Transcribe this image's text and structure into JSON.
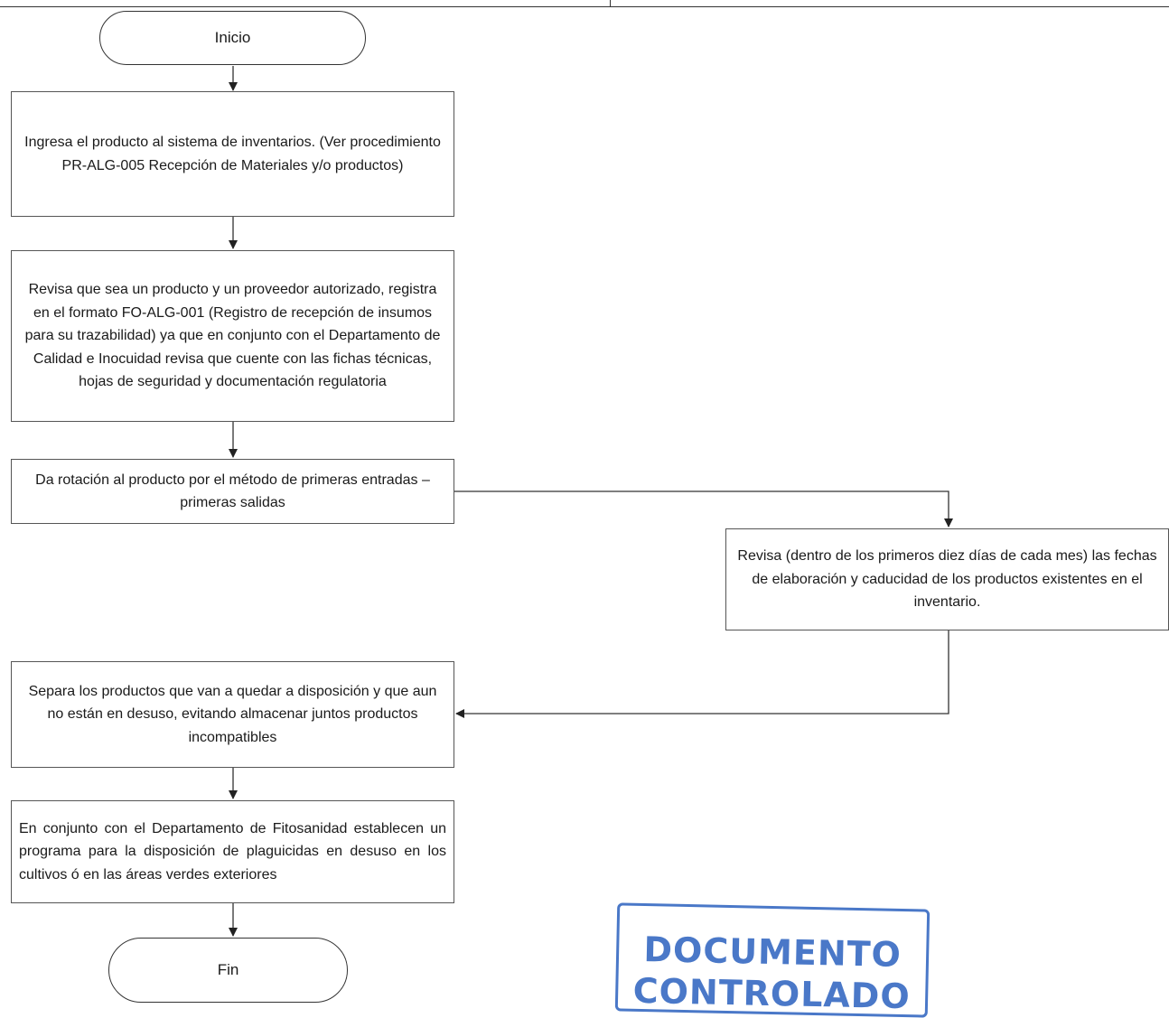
{
  "flowchart": {
    "start": "Inicio",
    "end": "Fin",
    "steps": [
      "Ingresa el producto al sistema de inventarios. (Ver procedimiento PR-ALG-005 Recepción de Materiales y/o productos)",
      "Revisa que sea un producto y un proveedor autorizado, registra en el formato FO-ALG-001 (Registro de recepción de insumos para su trazabilidad) ya que en conjunto con el Departamento de Calidad e Inocuidad revisa que cuente con las fichas técnicas, hojas de seguridad y documentación regulatoria",
      "Da rotación al producto por el método de primeras entradas – primeras salidas",
      "Revisa (dentro de los primeros diez días de cada mes) las fechas de elaboración y caducidad de los productos existentes en el inventario.",
      "Separa los productos que van a quedar a disposición y que aun no están en desuso, evitando almacenar juntos productos incompatibles",
      "En conjunto con el Departamento de Fitosanidad establecen un programa para la disposición de plaguicidas en desuso en los cultivos ó en las áreas verdes exteriores"
    ]
  },
  "stamp": {
    "line1": "DOCUMENTO",
    "line2": "CONTROLADO",
    "color": "#4a78c8"
  }
}
